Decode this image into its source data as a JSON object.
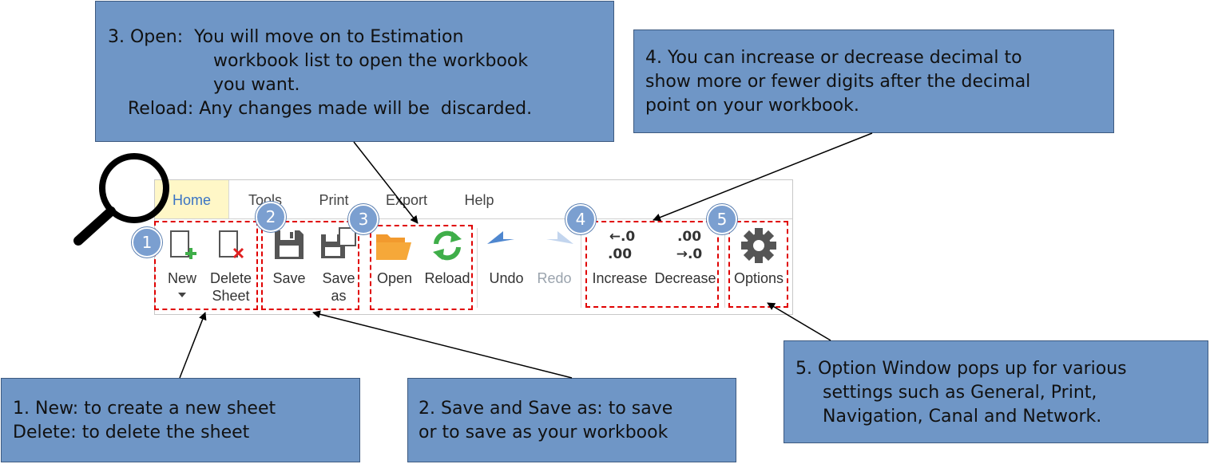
{
  "colors": {
    "callout_bg": "#6f96c6",
    "callout_border": "#3d5a80",
    "highlight_box": "#e00000",
    "badge": "#7b9fd0",
    "active_tab_bg": "#fff7c7",
    "active_tab_text": "#3a73c4"
  },
  "tabs": {
    "home": "Home",
    "tools": "Tools",
    "print": "Print",
    "export": "Export",
    "help": "Help"
  },
  "buttons": {
    "new": {
      "label": "New",
      "icon": "new-sheet-icon"
    },
    "delete_sheet": {
      "label_line1": "Delete",
      "label_line2": "Sheet",
      "icon": "delete-sheet-icon"
    },
    "save": {
      "label": "Save",
      "icon": "save-icon"
    },
    "save_as": {
      "label_line1": "Save",
      "label_line2": "as",
      "icon": "save-as-icon"
    },
    "open": {
      "label": "Open",
      "icon": "folder-open-icon"
    },
    "reload": {
      "label": "Reload",
      "icon": "reload-icon"
    },
    "undo": {
      "label": "Undo",
      "icon": "undo-icon"
    },
    "redo": {
      "label": "Redo",
      "icon": "redo-icon",
      "disabled": true
    },
    "increase": {
      "label": "Increase",
      "icon_line1": "←.0",
      "icon_line2": ".00"
    },
    "decrease": {
      "label": "Decrease",
      "icon_line1": ".00",
      "icon_line2": "→.0"
    },
    "options": {
      "label": "Options",
      "icon": "gear-icon"
    }
  },
  "badges": [
    "1",
    "2",
    "3",
    "4",
    "5"
  ],
  "callouts": {
    "c3": {
      "line1": "3. Open:  You will move on to Estimation",
      "line2": "workbook list to open the workbook",
      "line3": "you want.",
      "line4": "Reload: Any changes made will be  discarded."
    },
    "c4": {
      "line1": "4. You can increase or decrease decimal to",
      "line2": "show more or fewer digits after the decimal",
      "line3": "point on your workbook."
    },
    "c1": {
      "line1": "1. New: to create a new sheet",
      "line2": "Delete: to delete the sheet"
    },
    "c2": {
      "line1": "2. Save and Save as: to save",
      "line2": "or to save as your workbook"
    },
    "c5": {
      "line1": "5. Option Window pops up for various",
      "line2": "settings such as General, Print,",
      "line3": "Navigation, Canal and Network."
    }
  }
}
